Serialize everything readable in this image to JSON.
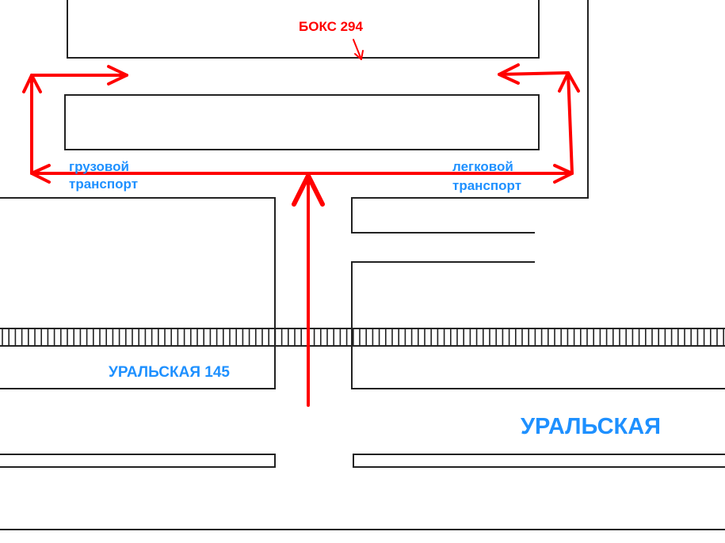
{
  "map": {
    "labels": {
      "box": "БОКС 294",
      "truck_line1": "грузовой",
      "truck_line2": "транспорт",
      "car_line1": "легковой",
      "car_line2": "транспорт",
      "address": "УРАЛЬСКАЯ 145",
      "street": "УРАЛЬСКАЯ"
    },
    "colors": {
      "route": "#ff0000",
      "label_blue": "#1e90ff",
      "outline": "#222222"
    },
    "legend_icons": {
      "route": "route-arrow-icon",
      "railway": "railway-track-icon"
    }
  }
}
